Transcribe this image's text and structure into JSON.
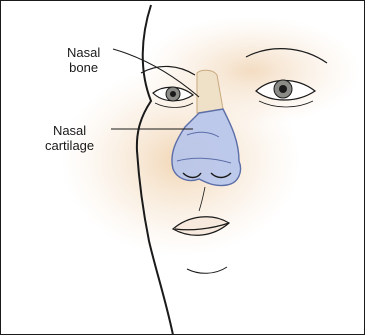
{
  "labels": {
    "nasal_bone": [
      "Nasal",
      "bone"
    ],
    "nasal_cartilage": [
      "Nasal",
      "cartilage"
    ]
  },
  "colors": {
    "outline": "#1a1a1a",
    "skin_shade": "#f2d9bf",
    "cartilage_fill": "#b7c6ec",
    "cartilage_stroke": "#5b6ea8",
    "bone_fill": "#efe1c8",
    "iris": "#8a8a86"
  }
}
